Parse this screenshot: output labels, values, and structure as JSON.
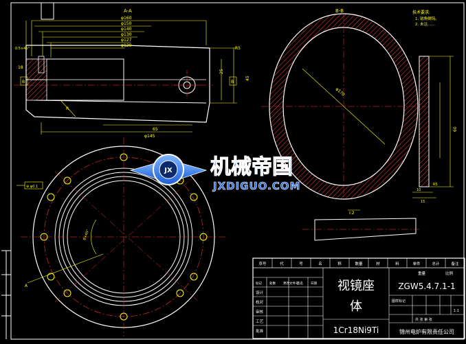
{
  "colors": {
    "background": "#000000",
    "frame": "#ffffff",
    "outline": "#ffffff",
    "dimension": "#ffff00",
    "hatch": "#ff4444",
    "center": "#ff3333",
    "hidden": "#ffff00",
    "watermark_text": "#2f6fe0",
    "watermark_outline": "#ffffff"
  },
  "views": {
    "section_a_label": "A-A",
    "section_b_label": "B-B",
    "detail_label": "I:2"
  },
  "notes": {
    "title": "技术要求:",
    "line1": "1. 锐角倒钝。",
    "line2": "2. 未注……"
  },
  "dimensions": {
    "d1": "φ160",
    "d2": "φ150",
    "d3": "φ140",
    "d4": "φ130",
    "d5": "φ127",
    "d6": "φ120",
    "r1": "R5",
    "c1": "0.5×45°",
    "s1": "25",
    "s2": "45",
    "bottom_a": "φ145",
    "bottom_b": "65",
    "left_b": "18",
    "b_diam": "φ170",
    "b_right": "R5",
    "b_w1": "10",
    "b_w2": "15",
    "b_w3": "60",
    "tol": "⊕ φ0.1",
    "ang": "8×45°",
    "arrow_label": "A",
    "side_b": "B",
    "side_b2": "B",
    "r_label": "R"
  },
  "watermark": {
    "cn": "机械帝国",
    "en": "JXDIGUO.COM",
    "badge": "JX"
  },
  "title_block": {
    "part_name": "视镜座体",
    "drawing_no": "ZGW5.4.7.1-1",
    "material": "1Cr18Ni9Ti",
    "company": "锦州电炉有限责任公司",
    "header_cells": [
      "序号",
      "代",
      "号",
      "名",
      "称",
      "数量",
      "材",
      "料",
      "单件",
      "总计",
      "备注"
    ],
    "sub_cells": [
      "重量",
      "比例"
    ],
    "row_labels": [
      "设计",
      "校对",
      "审核",
      "工艺",
      "批准"
    ],
    "row_labels2": [
      "标记",
      "处数",
      "更改文件号",
      "签名",
      "日期"
    ],
    "stage_label": "图样标记",
    "sheet_info": "共 张  第 张",
    "scale": "1:1"
  }
}
